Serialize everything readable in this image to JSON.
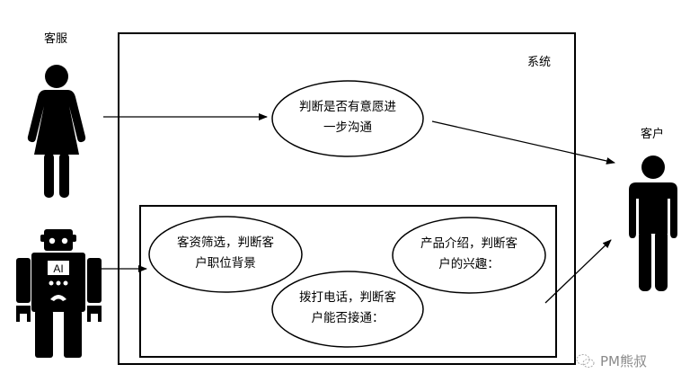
{
  "actors": {
    "agent": {
      "label": "客服",
      "icon": "woman-figure-icon"
    },
    "robot": {
      "label": "AI",
      "icon": "robot-icon"
    },
    "customer": {
      "label": "客户",
      "icon": "man-figure-icon"
    }
  },
  "system": {
    "label": "系统",
    "main_usecase": {
      "lines": [
        "判断是否有意愿进",
        "一步沟通"
      ]
    },
    "ai_usecases": [
      {
        "lines": [
          "客资筛选，判断客",
          "户职位背景"
        ]
      },
      {
        "lines": [
          "拨打电话，判断客",
          "户能否接通："
        ]
      },
      {
        "lines": [
          "产品介绍，判断客",
          "户的兴趣："
        ]
      }
    ]
  },
  "arrows": [
    {
      "from": "客服",
      "to": "判断是否有意愿进一步沟通"
    },
    {
      "from": "判断是否有意愿进一步沟通",
      "to": "客户"
    },
    {
      "from": "AI",
      "to": "AI usecase group"
    },
    {
      "from": "AI usecase group",
      "to": "客户"
    }
  ],
  "watermark": {
    "text": "PM熊叔",
    "icon": "wechat-icon",
    "color": "#8a8a8a"
  }
}
